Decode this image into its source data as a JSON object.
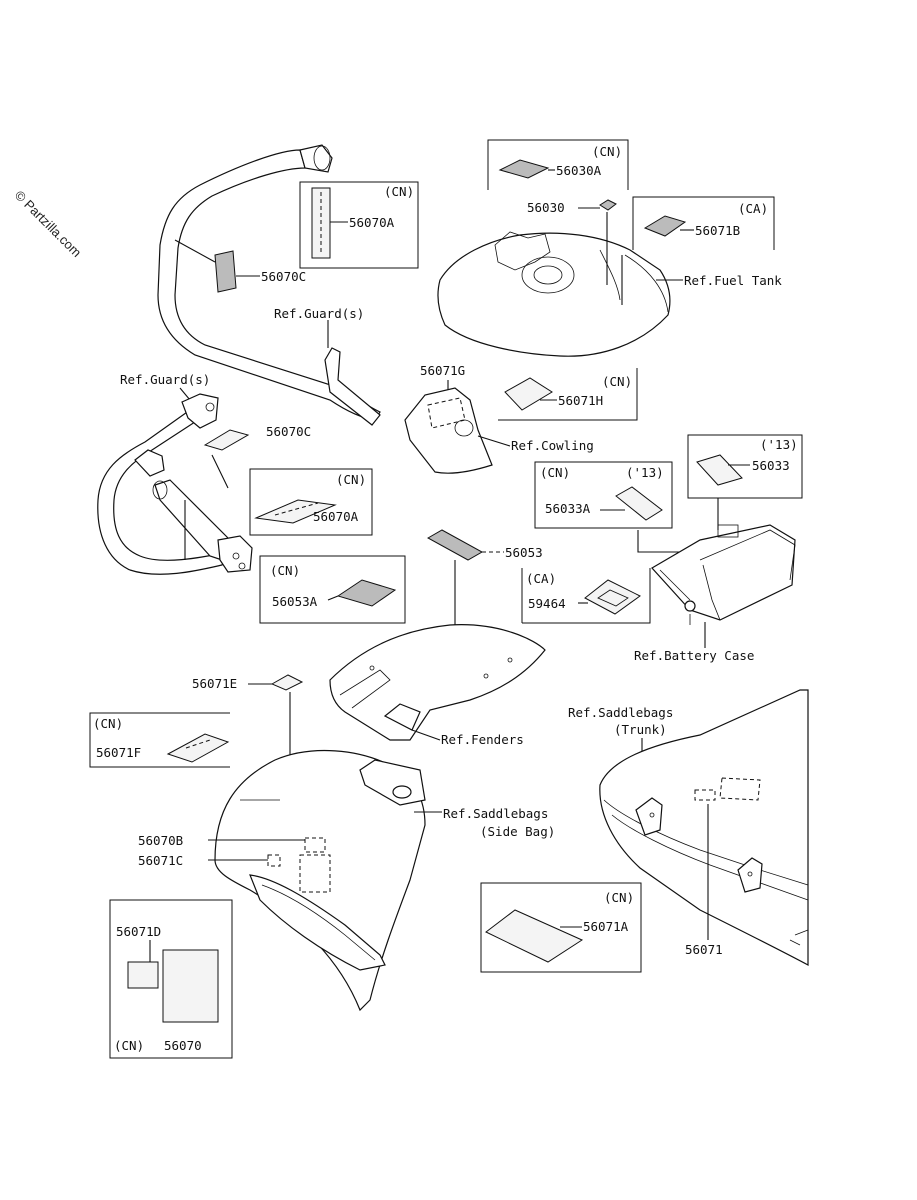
{
  "watermark": "© Partzilla.com",
  "footer": "",
  "labels": {
    "l56030A": "56030A",
    "l56030": "56030",
    "l56071B": "56071B",
    "refFuelTank": "Ref.Fuel Tank",
    "l56070A_top": "56070A",
    "l56070C_top": "56070C",
    "refGuard1": "Ref.Guard(s)",
    "refGuard2": "Ref.Guard(s)",
    "l56070C_mid": "56070C",
    "l56071G": "56071G",
    "l56071H": "56071H",
    "refCowling": "Ref.Cowling",
    "l56070A_mid": "56070A",
    "l56053": "56053",
    "l56053A": "56053A",
    "l56033A": "56033A",
    "l56033": "56033",
    "l59464": "59464",
    "refBatteryCase": "Ref.Battery Case",
    "l56071E": "56071E",
    "l56071F": "56071F",
    "refFenders": "Ref.Fenders",
    "refSaddlebagsTrunk1": "Ref.Saddlebags",
    "refSaddlebagsTrunk2": "(Trunk)",
    "refSaddlebagsSide1": "Ref.Saddlebags",
    "refSaddlebagsSide2": "(Side Bag)",
    "l56070B": "56070B",
    "l56071C": "56071C",
    "l56071A": "56071A",
    "l56071": "56071",
    "l56071D": "56071D",
    "l56070": "56070"
  },
  "tags": {
    "cn": "(CN)",
    "ca": "(CA)",
    "y13": "('13)"
  }
}
